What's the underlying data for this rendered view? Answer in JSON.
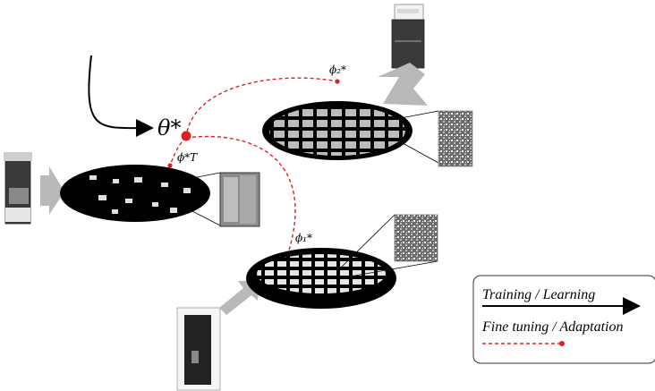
{
  "diagram": {
    "theta_label": "θ*",
    "phi_labels": {
      "phi_2": "ϕ₂*",
      "phi_T": "ϕ*T",
      "phi_1": "ϕ₁*"
    },
    "colors": {
      "fine_tuning_line": "#e02020",
      "node": "#e02020",
      "arrow": "#b9b9b9",
      "grid": "#000000"
    },
    "legend": {
      "training_label": "Training / Learning",
      "fine_tuning_label": "Fine tuning / Adaptation"
    },
    "icons": [
      "microscope-icon",
      "grid-icon",
      "micrograph-icon"
    ]
  }
}
